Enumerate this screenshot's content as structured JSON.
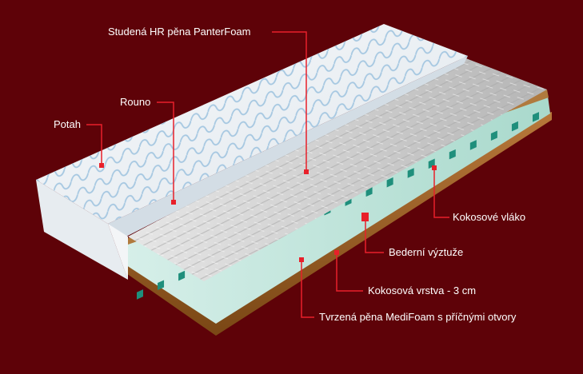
{
  "labels": {
    "studena_hr_pena": "Studená HR pěna PanterFoam",
    "rouno": "Rouno",
    "potah": "Potah",
    "kokosove_vlako": "Kokosové vláko",
    "bederni_vyztuze": "Bederní výztuže",
    "kokosova_vrstva": "Kokosová vrstva - 3 cm",
    "tvrzena_pena": "Tvrzená pěna MediFoam s příčnými otvory"
  },
  "colors": {
    "background": "#5e0208",
    "leader_line": "#e8202a",
    "text": "#ffffff",
    "cover": "#f1f4f7",
    "quilt_pattern": "#9ec3df",
    "foam_side": "#c7e8e0",
    "foam_holes": "#1f8f7c",
    "coconut_layer": "#a0652a",
    "fleece_top": "#dcdcdc"
  }
}
